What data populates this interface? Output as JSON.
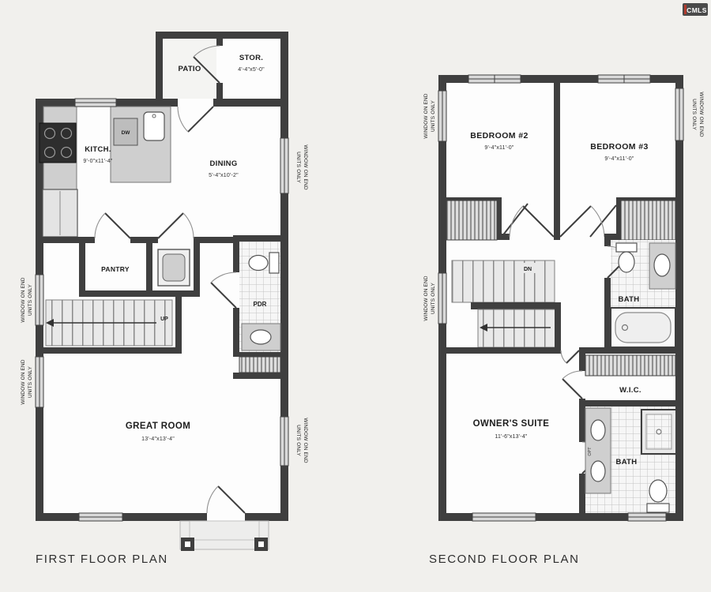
{
  "meta": {
    "logo": "CMLS",
    "wall_color": "#3f3f3f",
    "background": "#f1f0ed"
  },
  "notes": {
    "window_line1": "WINDOW ON END",
    "window_line2": "UNITS ONLY"
  },
  "first": {
    "title": "FIRST FLOOR PLAN",
    "patio": "PATIO",
    "stor": "STOR.",
    "stor_dims": "4'-4\"x5'-0\"",
    "kitchen": "KITCH.",
    "kitchen_dims": "9'-0\"x11'-4\"",
    "dining": "DINING",
    "dining_dims": "5'-4\"x10'-2\"",
    "pantry": "PANTRY",
    "pdr": "PDR",
    "up": "UP",
    "dw": "DW",
    "great_room": "GREAT ROOM",
    "great_room_dims": "13'-4\"x13'-4\""
  },
  "second": {
    "title": "SECOND FLOOR PLAN",
    "bedroom2": "BEDROOM #2",
    "bedroom2_dims": "9'-4\"x11'-0\"",
    "bedroom3": "BEDROOM #3",
    "bedroom3_dims": "9'-4\"x11'-0\"",
    "dn": "DN",
    "bath_upper": "BATH",
    "wic": "W.I.C.",
    "owners_suite": "OWNER'S SUITE",
    "owners_suite_dims": "11'-6\"x13'-4\"",
    "bath_lower": "BATH",
    "opt": "OPT"
  }
}
